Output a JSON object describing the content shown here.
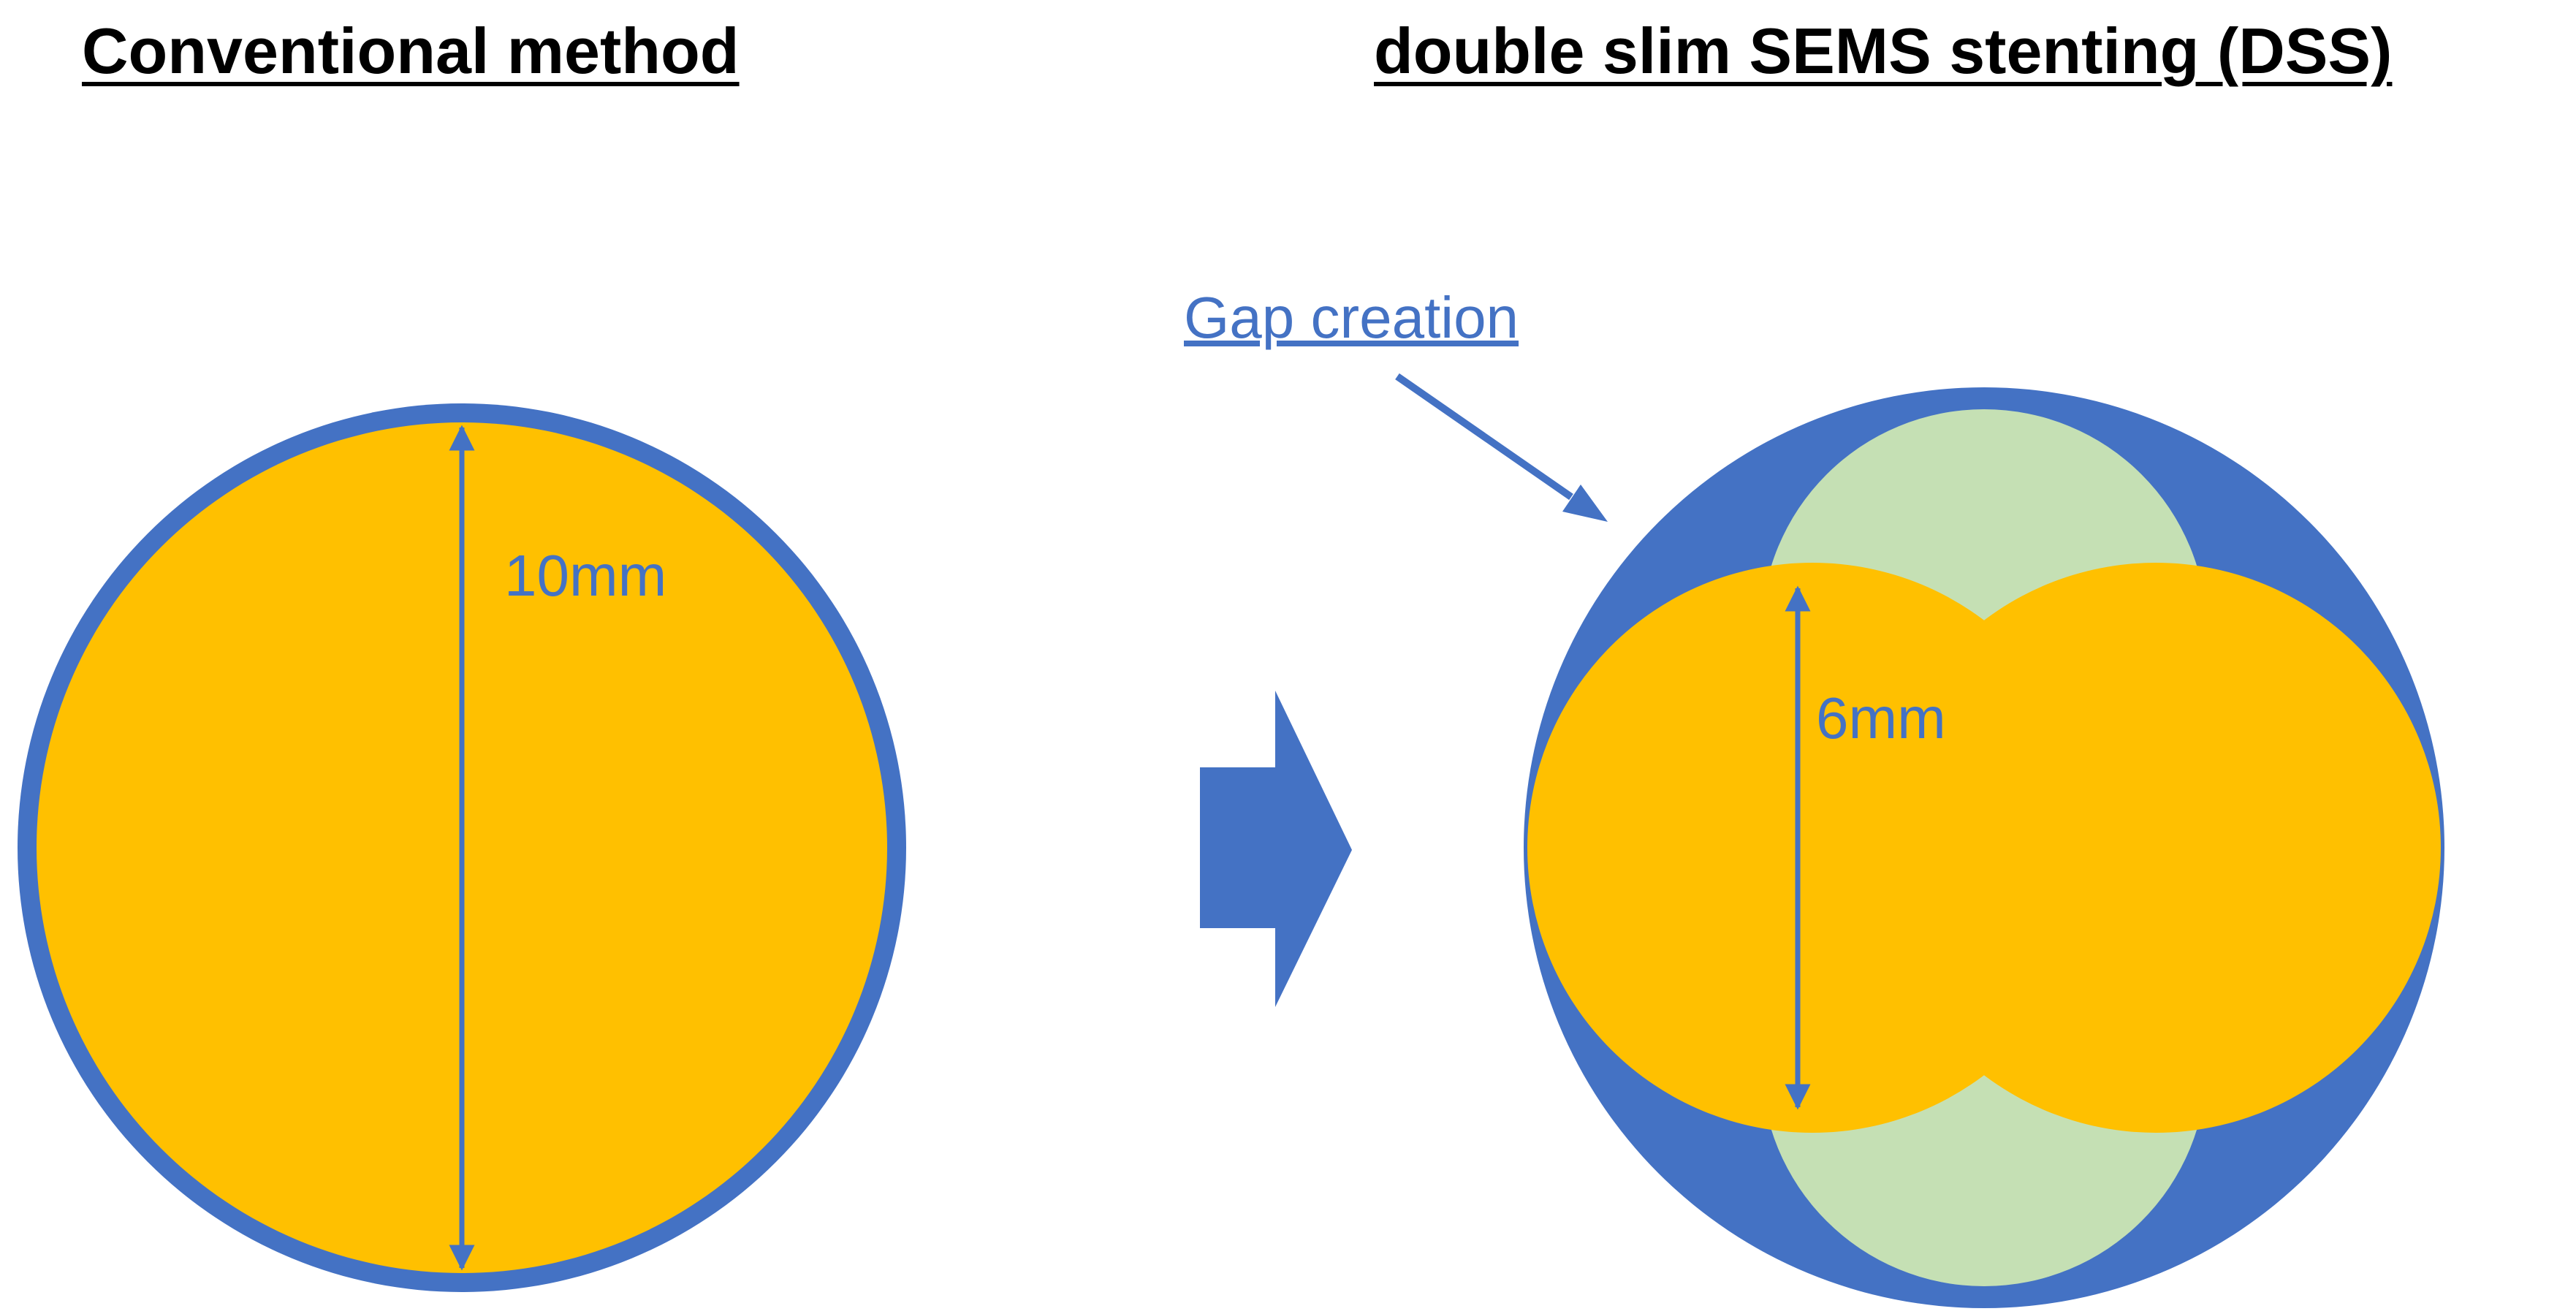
{
  "headings": {
    "left": "Conventional method",
    "right": "double slim SEMS stenting (DSS)"
  },
  "left_panel": {
    "diameter_label": "10mm"
  },
  "right_panel": {
    "annotation": "Gap creation",
    "diameter_label": "6mm"
  },
  "colors": {
    "stent_fill": "#FFC000",
    "duct_wall": "#4472C4",
    "gap_fill": "#C5E0B4",
    "text_blue": "#4472C4"
  },
  "icons": [
    "right-arrow-icon",
    "pointer-arrow-icon",
    "dimension-arrow-icon"
  ]
}
